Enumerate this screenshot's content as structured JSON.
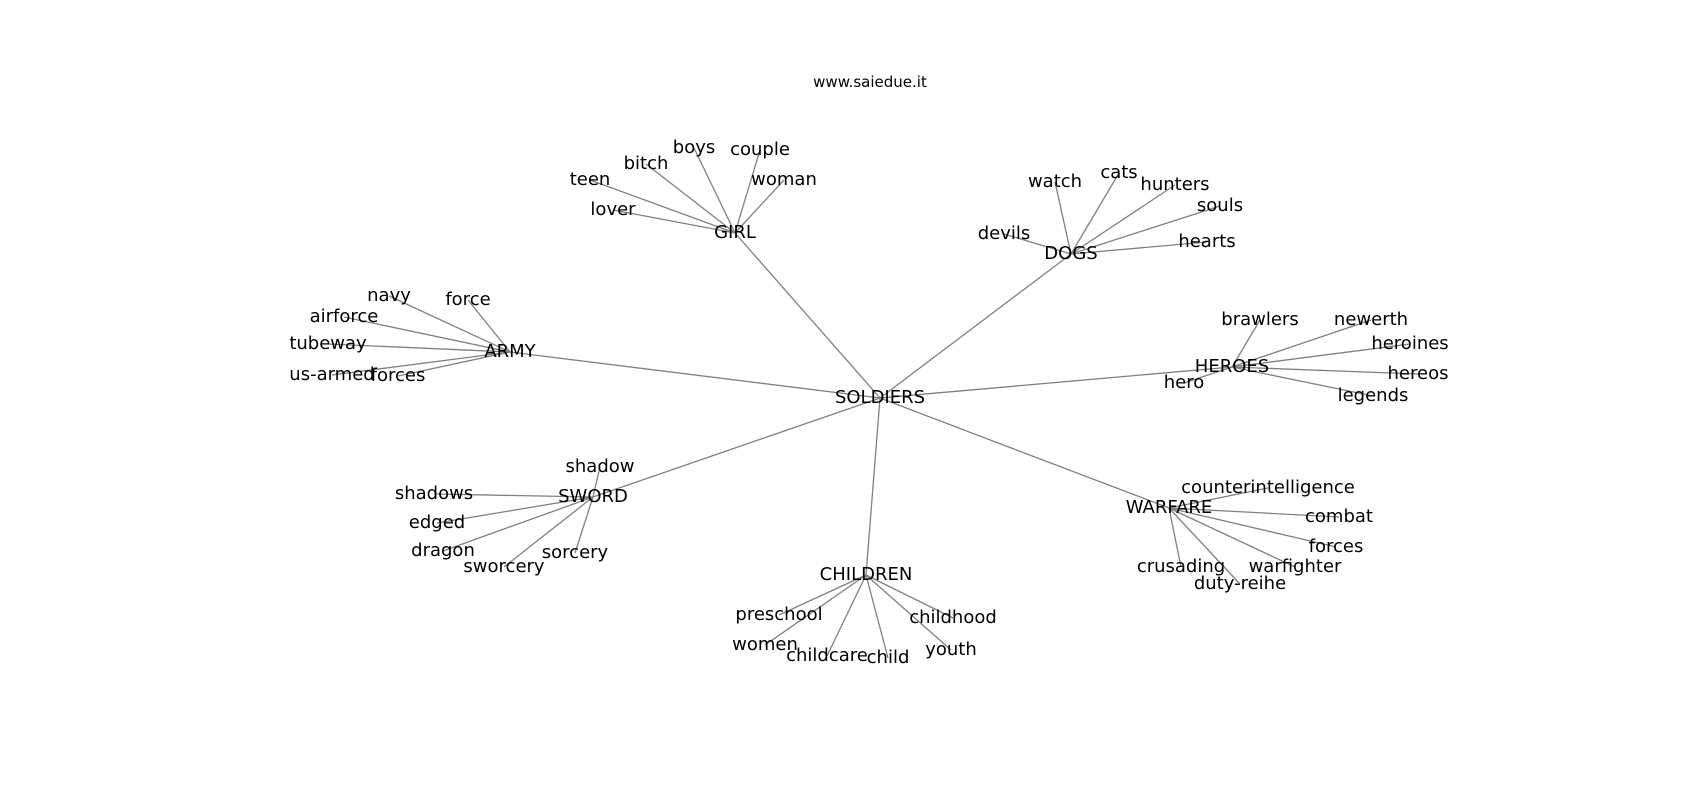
{
  "title": "www.saiedue.it",
  "colors": {
    "edge": "#808080",
    "text": "#000000",
    "background": "#ffffff"
  },
  "root": "SOLDIERS",
  "hubs": [
    {
      "id": "girl",
      "label": "GIRL",
      "leaves": [
        "lover",
        "teen",
        "bitch",
        "boys",
        "couple",
        "woman"
      ]
    },
    {
      "id": "dogs",
      "label": "DOGS",
      "leaves": [
        "devils",
        "watch",
        "cats",
        "hunters",
        "souls",
        "hearts"
      ]
    },
    {
      "id": "army",
      "label": "ARMY",
      "leaves": [
        "navy",
        "force",
        "airforce",
        "tubeway",
        "us-armed",
        "forces"
      ]
    },
    {
      "id": "heroes",
      "label": "HEROES",
      "leaves": [
        "brawlers",
        "newerth",
        "heroines",
        "hero",
        "hereos",
        "legends"
      ]
    },
    {
      "id": "sword",
      "label": "SWORD",
      "leaves": [
        "shadow",
        "shadows",
        "edged",
        "dragon",
        "sworcery",
        "sorcery"
      ]
    },
    {
      "id": "children",
      "label": "CHILDREN",
      "leaves": [
        "preschool",
        "women",
        "childcare",
        "child",
        "childhood",
        "youth"
      ]
    },
    {
      "id": "warfare",
      "label": "WARFARE",
      "leaves": [
        "counterintelligence",
        "combat",
        "forces",
        "crusading",
        "warfighter",
        "duty-reihe"
      ]
    }
  ]
}
